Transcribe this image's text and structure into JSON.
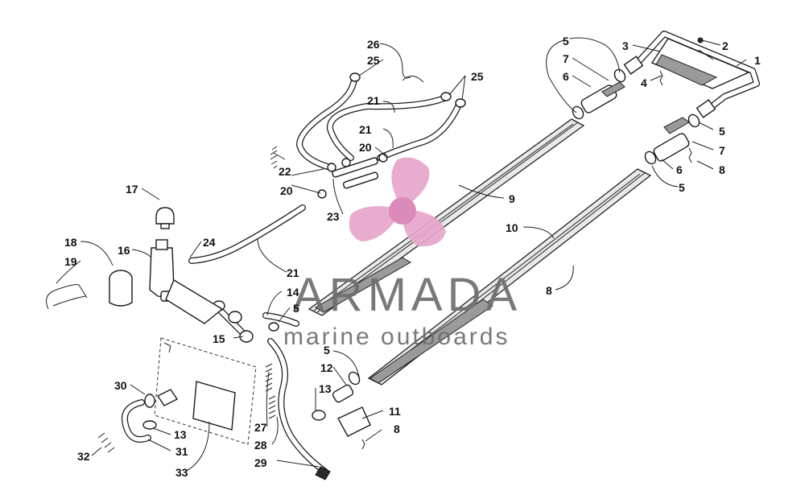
{
  "callouts": [
    "1",
    "2",
    "3",
    "4",
    "5",
    "5",
    "5",
    "5",
    "5",
    "6",
    "6",
    "7",
    "7",
    "8",
    "8",
    "8",
    "9",
    "10",
    "11",
    "12",
    "13",
    "13",
    "14",
    "15",
    "16",
    "17",
    "18",
    "19",
    "20",
    "20",
    "21",
    "21",
    "21",
    "22",
    "23",
    "24",
    "25",
    "25",
    "26",
    "27",
    "28",
    "29",
    "30",
    "31",
    "32",
    "33"
  ],
  "watermark": {
    "brand": "ARMADA",
    "tagline": "marine outboards",
    "colors": {
      "propeller": "#e7a6cc",
      "hub": "#d982b4",
      "text": "#6e6e6e"
    }
  }
}
